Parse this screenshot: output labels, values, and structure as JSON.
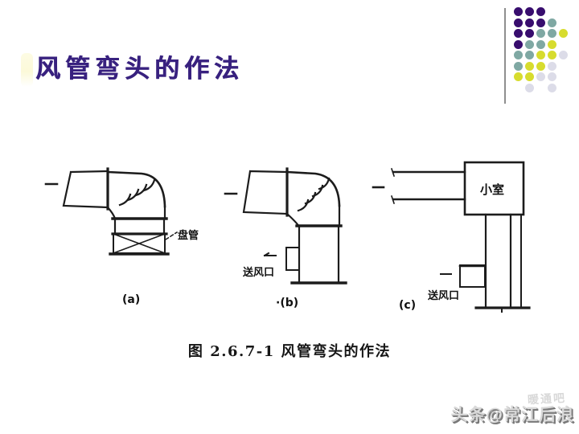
{
  "slide": {
    "title": "风管弯头的作法",
    "background_color": "#ffffff",
    "title_color": "#38217F"
  },
  "decoration": {
    "rule_color": "#8f8f8f",
    "dot_grid": {
      "pattern": [
        "PPP..",
        "PPPT.",
        "PPTTY",
        "PTTY.",
        "TTYYG",
        "TYYG.",
        "YYGG.",
        ".G.G."
      ],
      "colors": {
        "P": "#380D6E",
        "T": "#7FA8A3",
        "Y": "#D7DC2E",
        "G": "#DCDCE8"
      }
    }
  },
  "figure": {
    "caption": "图 2.6.7-1  风管弯头的作法",
    "ink_color": "#1c1c1c",
    "labels": {
      "coil": "盘管",
      "supply_outlet_b": "送风口",
      "supply_outlet_c": "送风口",
      "chamber": "小室",
      "panel_a": "(a)",
      "panel_b": "·(b)",
      "panel_c": "(c)"
    }
  },
  "watermark": {
    "main": "头条@常江后浪",
    "faint": "暖通吧"
  }
}
